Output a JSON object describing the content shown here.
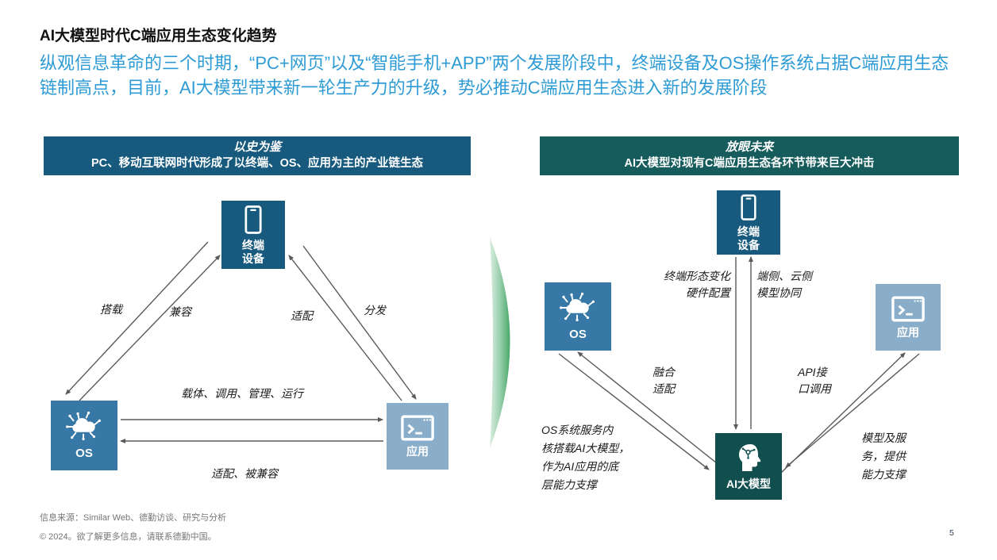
{
  "slide": {
    "title": "AI大模型时代C端应用生态变化趋势",
    "subtitle": "纵观信息革命的三个时期，“PC+网页”以及“智能手机+APP”两个发展阶段中，终端设备及OS操作系统占据C端应用生态链制高点，目前，AI大模型带来新一轮生产力的升级，势必推动C端应用生态进入新的发展阶段",
    "page_number": "5"
  },
  "left_panel": {
    "header": {
      "title": "以史为鉴",
      "subtitle": "PC、移动互联网时代形成了以终端、OS、应用为主的产业链生态"
    },
    "nodes": {
      "terminal": "终端\n设备",
      "os": "OS",
      "app": "应用"
    },
    "edges": {
      "mount": "搭载",
      "compatible": "兼容",
      "adapt": "适配",
      "distribute": "分发",
      "carrier": "载体、调用、管理、运行",
      "adapt_compat": "适配、被兼容"
    }
  },
  "right_panel": {
    "header": {
      "title": "放眼未来",
      "subtitle": "AI大模型对现有C端应用生态各环节带来巨大冲击"
    },
    "nodes": {
      "terminal": "终端\n设备",
      "os": "OS",
      "app": "应用",
      "ai": "AI大模型"
    },
    "edges": {
      "terminal_left": "终端形态变化\n硬件配置",
      "terminal_right": "端侧、云侧\n模型协同",
      "os_ai": "融合\n适配",
      "app_ai": "API接\n口调用"
    },
    "notes": {
      "os_note": "OS系统服务内\n核搭载AI大模型，\n作为AI应用的底\n层能力支撑",
      "ai_note": "模型及服\n务，提供\n能力支撑"
    }
  },
  "footer": {
    "source": "信息来源：Similar Web、德勤访谈、研究与分析",
    "copyright": "© 2024。欲了解更多信息，请联系德勤中国。"
  },
  "colors": {
    "accent_blue": "#2E9BD5",
    "dark_blue": "#175A7E",
    "medium_blue": "#3878A6",
    "light_blue": "#8AAEC9",
    "dark_teal": "#175C5C",
    "deep_teal": "#114E4E",
    "arrow_gray": "#5A5A5A",
    "transition_green": "#3DA360"
  }
}
